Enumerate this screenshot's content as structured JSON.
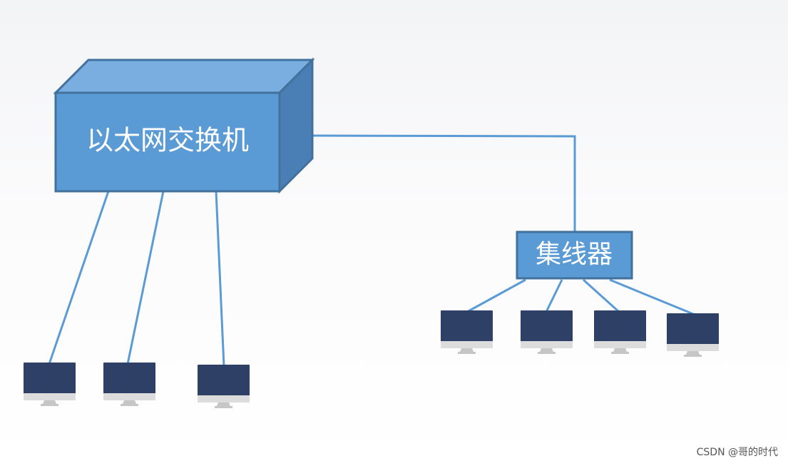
{
  "diagram": {
    "switch": {
      "label": "以太网交换机"
    },
    "hub": {
      "label": "集线器"
    },
    "colors": {
      "front": "#5b9bd5",
      "top": "#7aaee0",
      "side": "#4a7fb5",
      "border": "#41719c",
      "line": "#5b9bd5",
      "label_text": "#ffffff",
      "screen": "#2e4066",
      "bezel": "#dcdcdc",
      "stand": "#c6c6c6"
    },
    "switch_hosts": [
      "monitor-icon",
      "monitor-icon",
      "monitor-icon"
    ],
    "hub_hosts": [
      "monitor-icon",
      "monitor-icon",
      "monitor-icon",
      "monitor-icon"
    ]
  },
  "watermark": "CSDN @哥的时代"
}
